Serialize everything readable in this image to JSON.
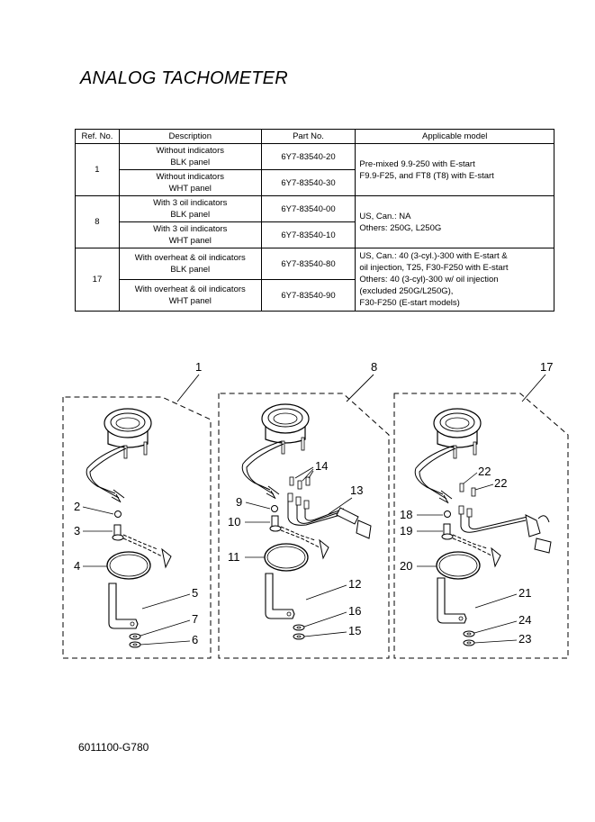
{
  "title": "ANALOG TACHOMETER",
  "table": {
    "headers": [
      "Ref. No.",
      "Description",
      "Part No.",
      "Applicable model"
    ],
    "groups": [
      {
        "ref": "1",
        "rows": [
          {
            "desc1": "Without indicators",
            "desc2": "BLK panel",
            "part": "6Y7-83540-20"
          },
          {
            "desc1": "Without indicators",
            "desc2": "WHT panel",
            "part": "6Y7-83540-30"
          }
        ],
        "model": [
          "Pre-mixed 9.9-250 with E-start",
          "F9.9-F25, and FT8 (T8) with E-start"
        ]
      },
      {
        "ref": "8",
        "rows": [
          {
            "desc1": "With 3 oil indicators",
            "desc2": "BLK panel",
            "part": "6Y7-83540-00"
          },
          {
            "desc1": "With 3 oil indicators",
            "desc2": "WHT panel",
            "part": "6Y7-83540-10"
          }
        ],
        "model": [
          "US, Can.: NA",
          "Others:  250G, L250G"
        ]
      },
      {
        "ref": "17",
        "rows": [
          {
            "desc1": "With overheat & oil indicators",
            "desc2": "BLK panel",
            "part": "6Y7-83540-80"
          },
          {
            "desc1": "With overheat & oil indicators",
            "desc2": "WHT panel",
            "part": "6Y7-83540-90"
          }
        ],
        "model": [
          "US, Can.: 40 (3-cyl.)-300 with E-start &",
          "oil injection, T25, F30-F250 with E-start",
          "Others:  40 (3-cyl)-300 w/ oil injection",
          "(excluded 250G/L250G),",
          "F30-F250 (E-start models)"
        ]
      }
    ]
  },
  "callouts": {
    "group_1": "1",
    "group_8": "8",
    "group_17": "17",
    "c2": "2",
    "c3": "3",
    "c4": "4",
    "c5": "5",
    "c6": "6",
    "c7": "7",
    "c9": "9",
    "c10": "10",
    "c11": "11",
    "c12": "12",
    "c13": "13",
    "c14": "14",
    "c15": "15",
    "c16": "16",
    "c18": "18",
    "c19": "19",
    "c20": "20",
    "c21": "21",
    "c22a": "22",
    "c22b": "22",
    "c23": "23",
    "c24": "24"
  },
  "footer": "6011100-G780"
}
